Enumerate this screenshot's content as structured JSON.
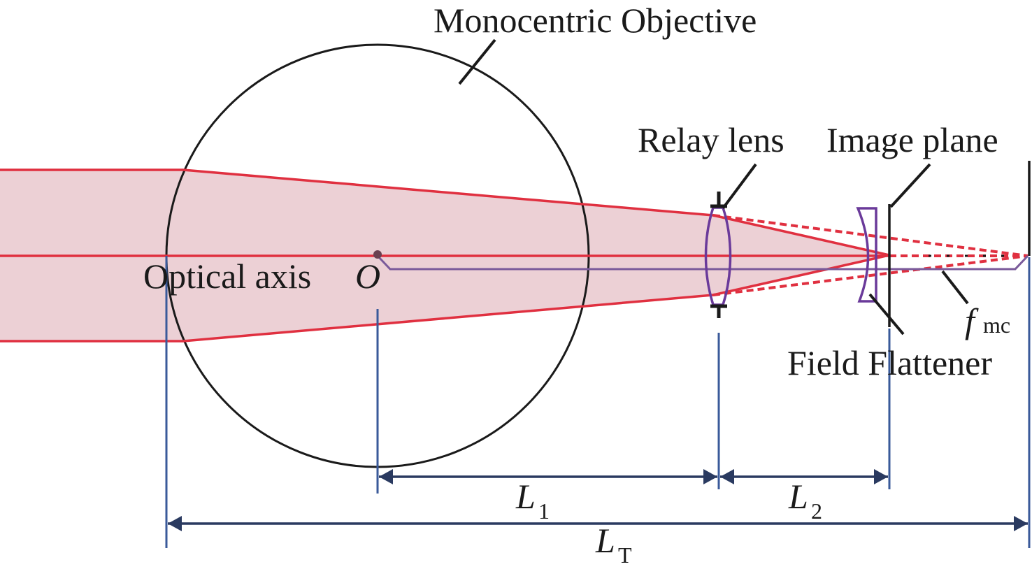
{
  "labels": {
    "monocentric_objective": "Monocentric Objective",
    "relay_lens": "Relay lens",
    "image_plane": "Image plane",
    "field_flattener": "Field Flattener",
    "optical_axis": "Optical axis",
    "center_point": "O",
    "focal_length_main": "f",
    "focal_length_sub": "mc",
    "l1_main": "L",
    "l1_sub": "1",
    "l2_main": "L",
    "l2_sub": "2",
    "lt_main": "L",
    "lt_sub": "T"
  },
  "colors": {
    "ray": "#e03040",
    "beam_fill": "#ecd0d5",
    "lens": "#6a3a9a",
    "axis_line": "#7a5a9a",
    "dimension": "#2a3a60",
    "extension": "#3a5a9a",
    "outline": "#1a1a1a"
  }
}
